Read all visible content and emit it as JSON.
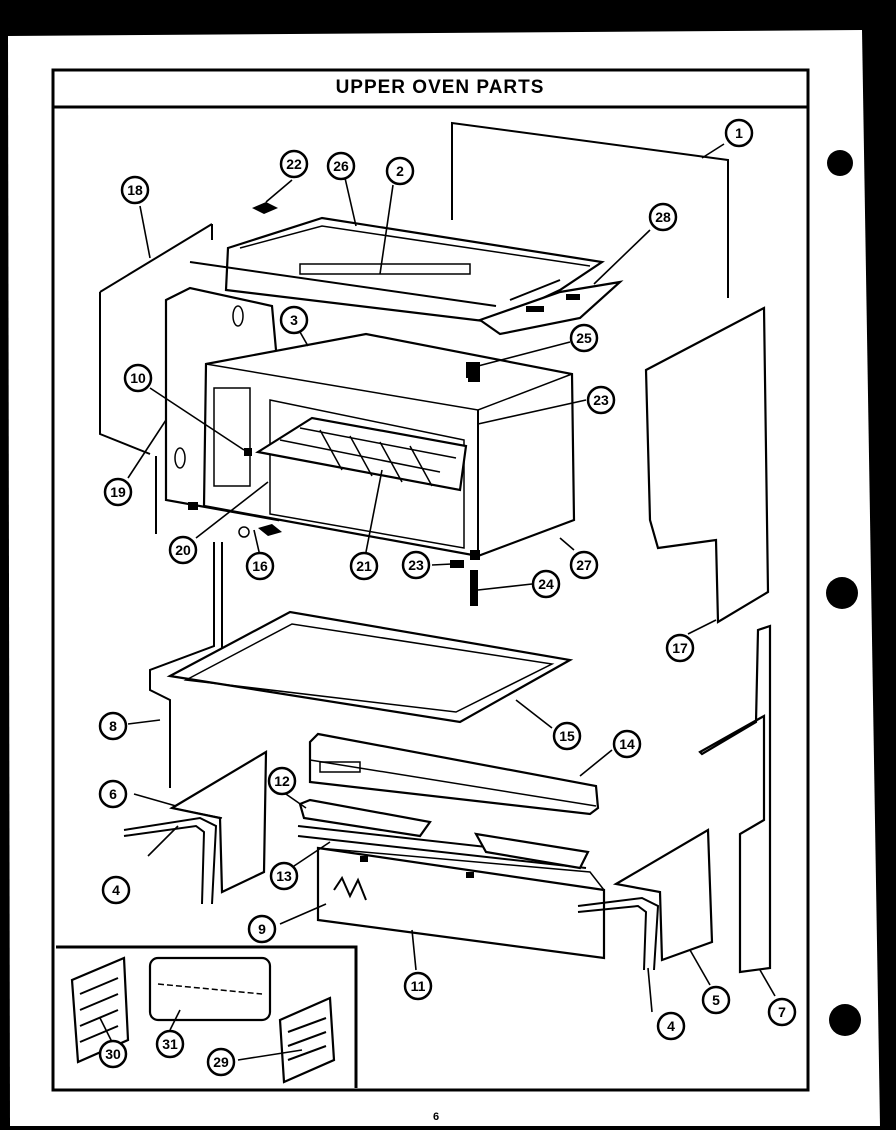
{
  "title": "UPPER OVEN PARTS",
  "page_number": "6",
  "callouts": [
    {
      "label": "1"
    },
    {
      "label": "2"
    },
    {
      "label": "3"
    },
    {
      "label": "4"
    },
    {
      "label": "4"
    },
    {
      "label": "5"
    },
    {
      "label": "6"
    },
    {
      "label": "7"
    },
    {
      "label": "8"
    },
    {
      "label": "9"
    },
    {
      "label": "10"
    },
    {
      "label": "11"
    },
    {
      "label": "12"
    },
    {
      "label": "13"
    },
    {
      "label": "14"
    },
    {
      "label": "15"
    },
    {
      "label": "16"
    },
    {
      "label": "17"
    },
    {
      "label": "18"
    },
    {
      "label": "19"
    },
    {
      "label": "20"
    },
    {
      "label": "21"
    },
    {
      "label": "22"
    },
    {
      "label": "23"
    },
    {
      "label": "23"
    },
    {
      "label": "24"
    },
    {
      "label": "25"
    },
    {
      "label": "26"
    },
    {
      "label": "27"
    },
    {
      "label": "28"
    },
    {
      "label": "29"
    },
    {
      "label": "30"
    },
    {
      "label": "31"
    }
  ]
}
